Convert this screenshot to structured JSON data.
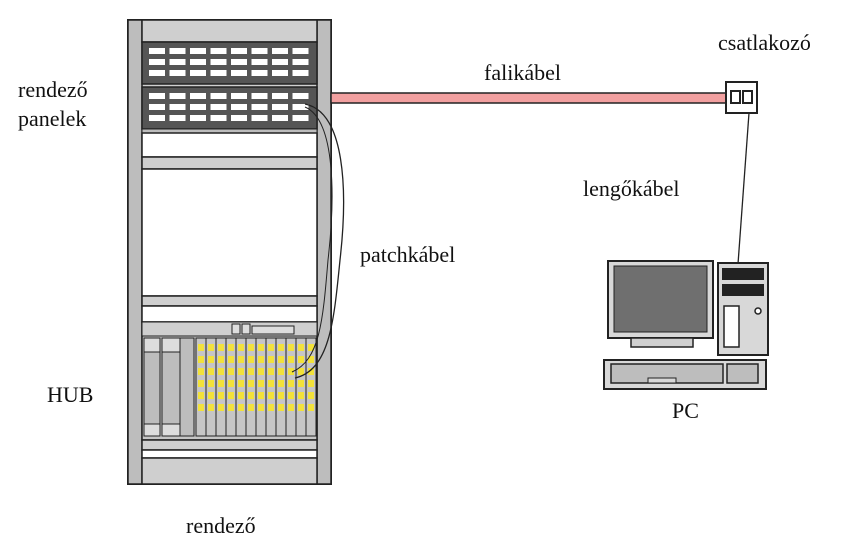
{
  "labels": {
    "patch_panels": [
      "rendező",
      "panelek"
    ],
    "hub": "HUB",
    "rack": "rendező",
    "wall_cable": "falikábel",
    "outlet": "csatlakozó",
    "drop_cable": "lengőkábel",
    "patch_cable": "patchkábel",
    "pc": "PC"
  },
  "colors": {
    "wall_cable": "#f2a0a0",
    "rack_body": "#c9c9c9",
    "rack_dark": "#444444",
    "port_led": "#f2e23a",
    "monitor_screen": "#6f6f6f",
    "equipment_gray": "#bdbdbd"
  }
}
